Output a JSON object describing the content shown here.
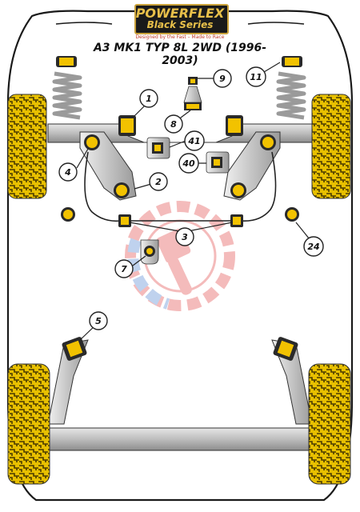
{
  "brand": {
    "name": "POWERFLEX",
    "series": "Black Series",
    "tagline": "Designed by the Fast – Made to Race"
  },
  "title": "A3 MK1 TYP 8L 2WD (1996-2003)",
  "callouts": [
    "1",
    "2",
    "3",
    "4",
    "5",
    "7",
    "8",
    "9",
    "11",
    "24",
    "40",
    "41"
  ],
  "colors": {
    "car_outline": "#1a1a1a",
    "chassis_fill": "#c8c8c8",
    "bush_yellow": "#f2c200",
    "bush_dark": "#2a2a2a",
    "tyre_yellow": "#e8c000",
    "watermark_red": "#e04040",
    "watermark_blue": "#4a7fd0"
  },
  "icons": {
    "watermark": "piston-gear-watermark-icon",
    "tyre": "tyre-tread-icon",
    "spring": "coil-spring-icon",
    "bush": "bush-icon"
  }
}
